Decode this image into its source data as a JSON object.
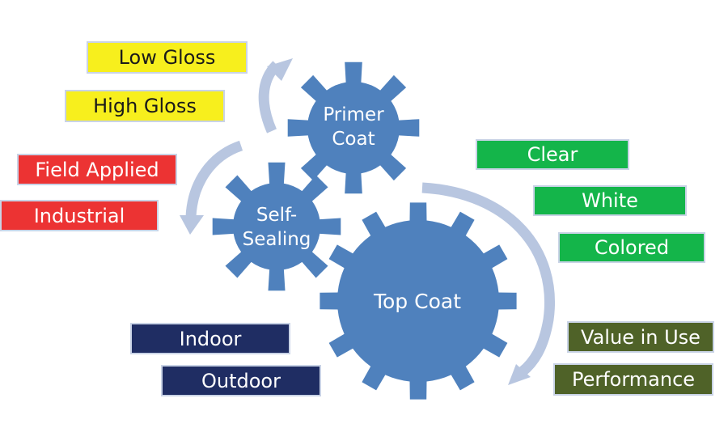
{
  "colors": {
    "gear": "#4f81bd",
    "arrow": "#b8c6e0",
    "yellow": "#f7ef1d",
    "red": "#ec3333",
    "green": "#14b54a",
    "navy": "#1f2d63",
    "olive": "#4f6228"
  },
  "gears": {
    "primer": "Primer\nCoat",
    "self_sealing": "Self-\nSealing",
    "top_coat": "Top Coat"
  },
  "labels": {
    "low_gloss": "Low Gloss",
    "high_gloss": "High Gloss",
    "field_applied": "Field Applied",
    "industrial": "Industrial",
    "clear": "Clear",
    "white": "White",
    "colored": "Colored",
    "indoor": "Indoor",
    "outdoor": "Outdoor",
    "value_in_use": "Value in Use",
    "performance": "Performance"
  }
}
